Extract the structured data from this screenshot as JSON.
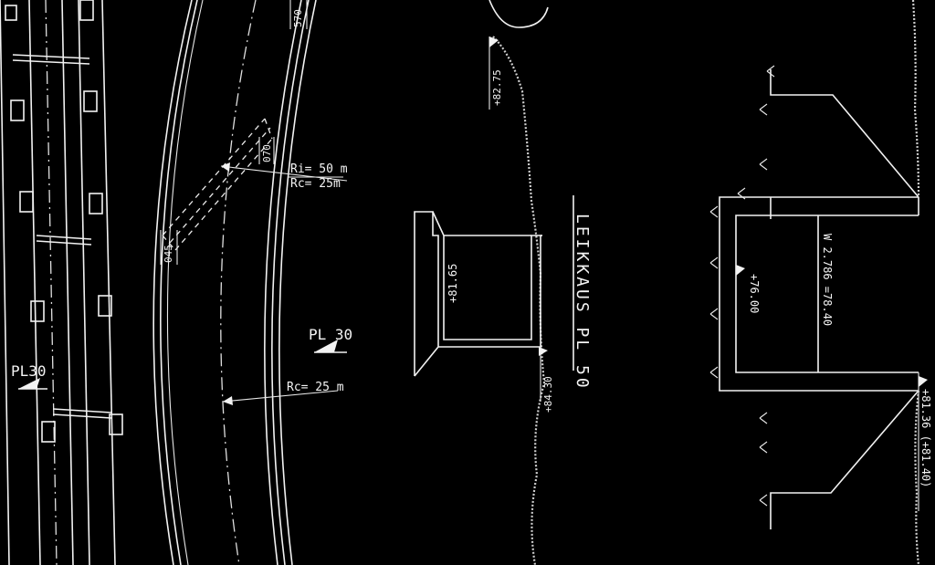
{
  "drawing": {
    "section_title": "LEIKKAUS PL 50",
    "plan": {
      "station_left": "PL30",
      "station_right": "PL 30",
      "radius_upper_inner": "Ri= 50 m",
      "radius_upper_outer": "Rc= 25m",
      "radius_lower": "Rc= 25 m",
      "dim_045": "045",
      "dim_070": "070",
      "dim_570": "570"
    },
    "section_left": {
      "level_top": "+82.75",
      "level_inside": "+81.65",
      "level_bottom": "+84.30"
    },
    "section_right": {
      "level_inside": "+76.00",
      "water_level": "W 2.786 =78.40",
      "level_side": "+81.36 (+81.40)"
    }
  }
}
